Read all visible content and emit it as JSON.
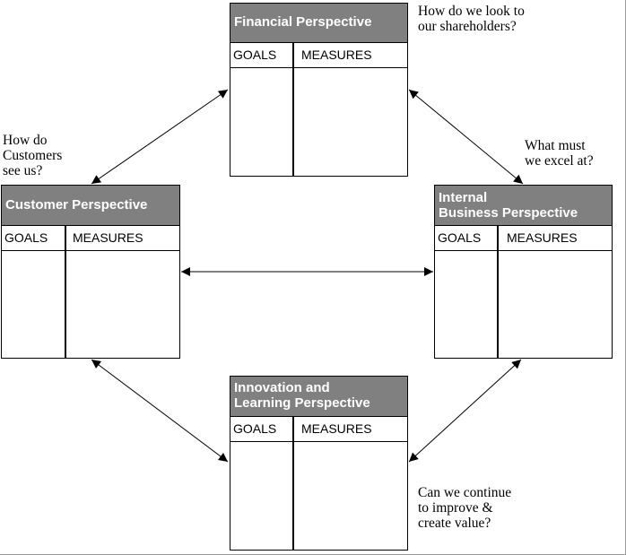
{
  "boxes": {
    "financial": {
      "title": "Financial Perspective",
      "goals": "GOALS",
      "measures": "MEASURES"
    },
    "customer": {
      "title": "Customer Perspective",
      "goals": "GOALS",
      "measures": "MEASURES"
    },
    "internal": {
      "title": "Internal\nBusiness Perspective",
      "goals": "GOALS",
      "measures": "MEASURES"
    },
    "innovation": {
      "title": "Innovation and\nLearning Perspective",
      "goals": "GOALS",
      "measures": "MEASURES"
    }
  },
  "questions": {
    "financial": "How do we look to\nour shareholders?",
    "customer": "How do\nCustomers\nsee us?",
    "internal": "What must\nwe excel at?",
    "innovation": "Can we  continue\nto improve &\ncreate value?"
  }
}
